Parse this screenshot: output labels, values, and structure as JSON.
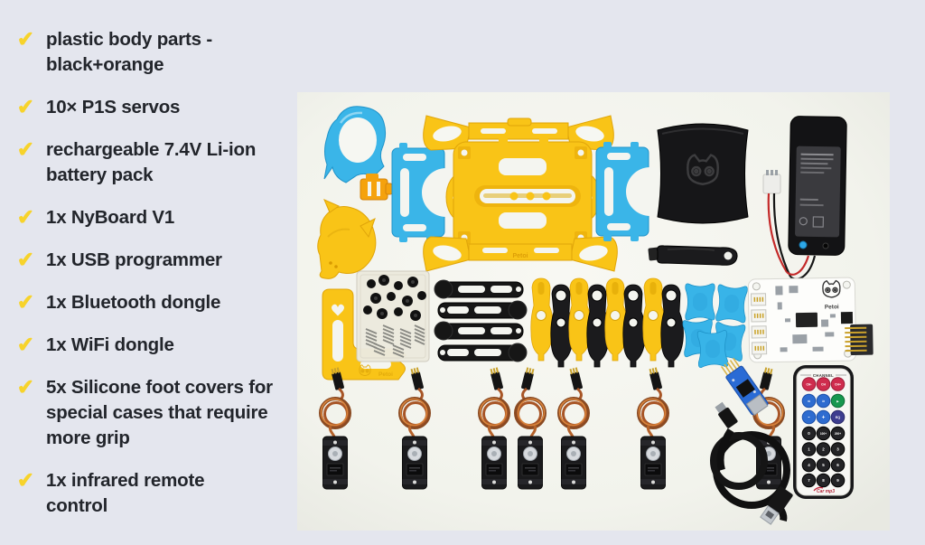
{
  "colors": {
    "page_bg": "#e4e6ee",
    "photo_bg": "#f4f5f0",
    "check": "#f7d32b",
    "text": "#22252b",
    "yellow_plastic": "#f9c417",
    "blue_plastic": "#3ab5e8",
    "orange_plastic": "#f5a20d",
    "black_plastic": "#1a1a1c"
  },
  "checklist": {
    "bullet": "✔",
    "items": [
      {
        "lines": [
          "plastic body parts -",
          "black+orange"
        ]
      },
      {
        "lines": [
          "10× P1S servos"
        ]
      },
      {
        "lines": [
          "rechargeable 7.4V Li-ion",
          "battery pack"
        ]
      },
      {
        "lines": [
          "1x NyBoard V1"
        ]
      },
      {
        "lines": [
          "1x USB programmer"
        ]
      },
      {
        "lines": [
          "1x Bluetooth dongle"
        ]
      },
      {
        "lines": [
          "1x WiFi dongle"
        ]
      },
      {
        "lines": [
          "5x Silicone foot covers for",
          "special cases that require",
          "more grip"
        ]
      },
      {
        "lines": [
          "1x infrared remote",
          "control"
        ]
      }
    ]
  },
  "photo": {
    "nyboard_brand": "Petoi",
    "bracket_brand": "Petoi",
    "wing_brand": "Petoi",
    "remote": {
      "channel_label": "CHANNEL",
      "brand": "Car mp3",
      "buttons": [
        [
          "CH-",
          "CH",
          "CH+"
        ],
        [
          "«",
          "»",
          "►"
        ],
        [
          "-",
          "+",
          "EQ"
        ],
        [
          "0",
          "100+",
          "200+"
        ],
        [
          "1",
          "2",
          "3"
        ],
        [
          "4",
          "5",
          "6"
        ],
        [
          "7",
          "8",
          "9"
        ]
      ]
    }
  }
}
